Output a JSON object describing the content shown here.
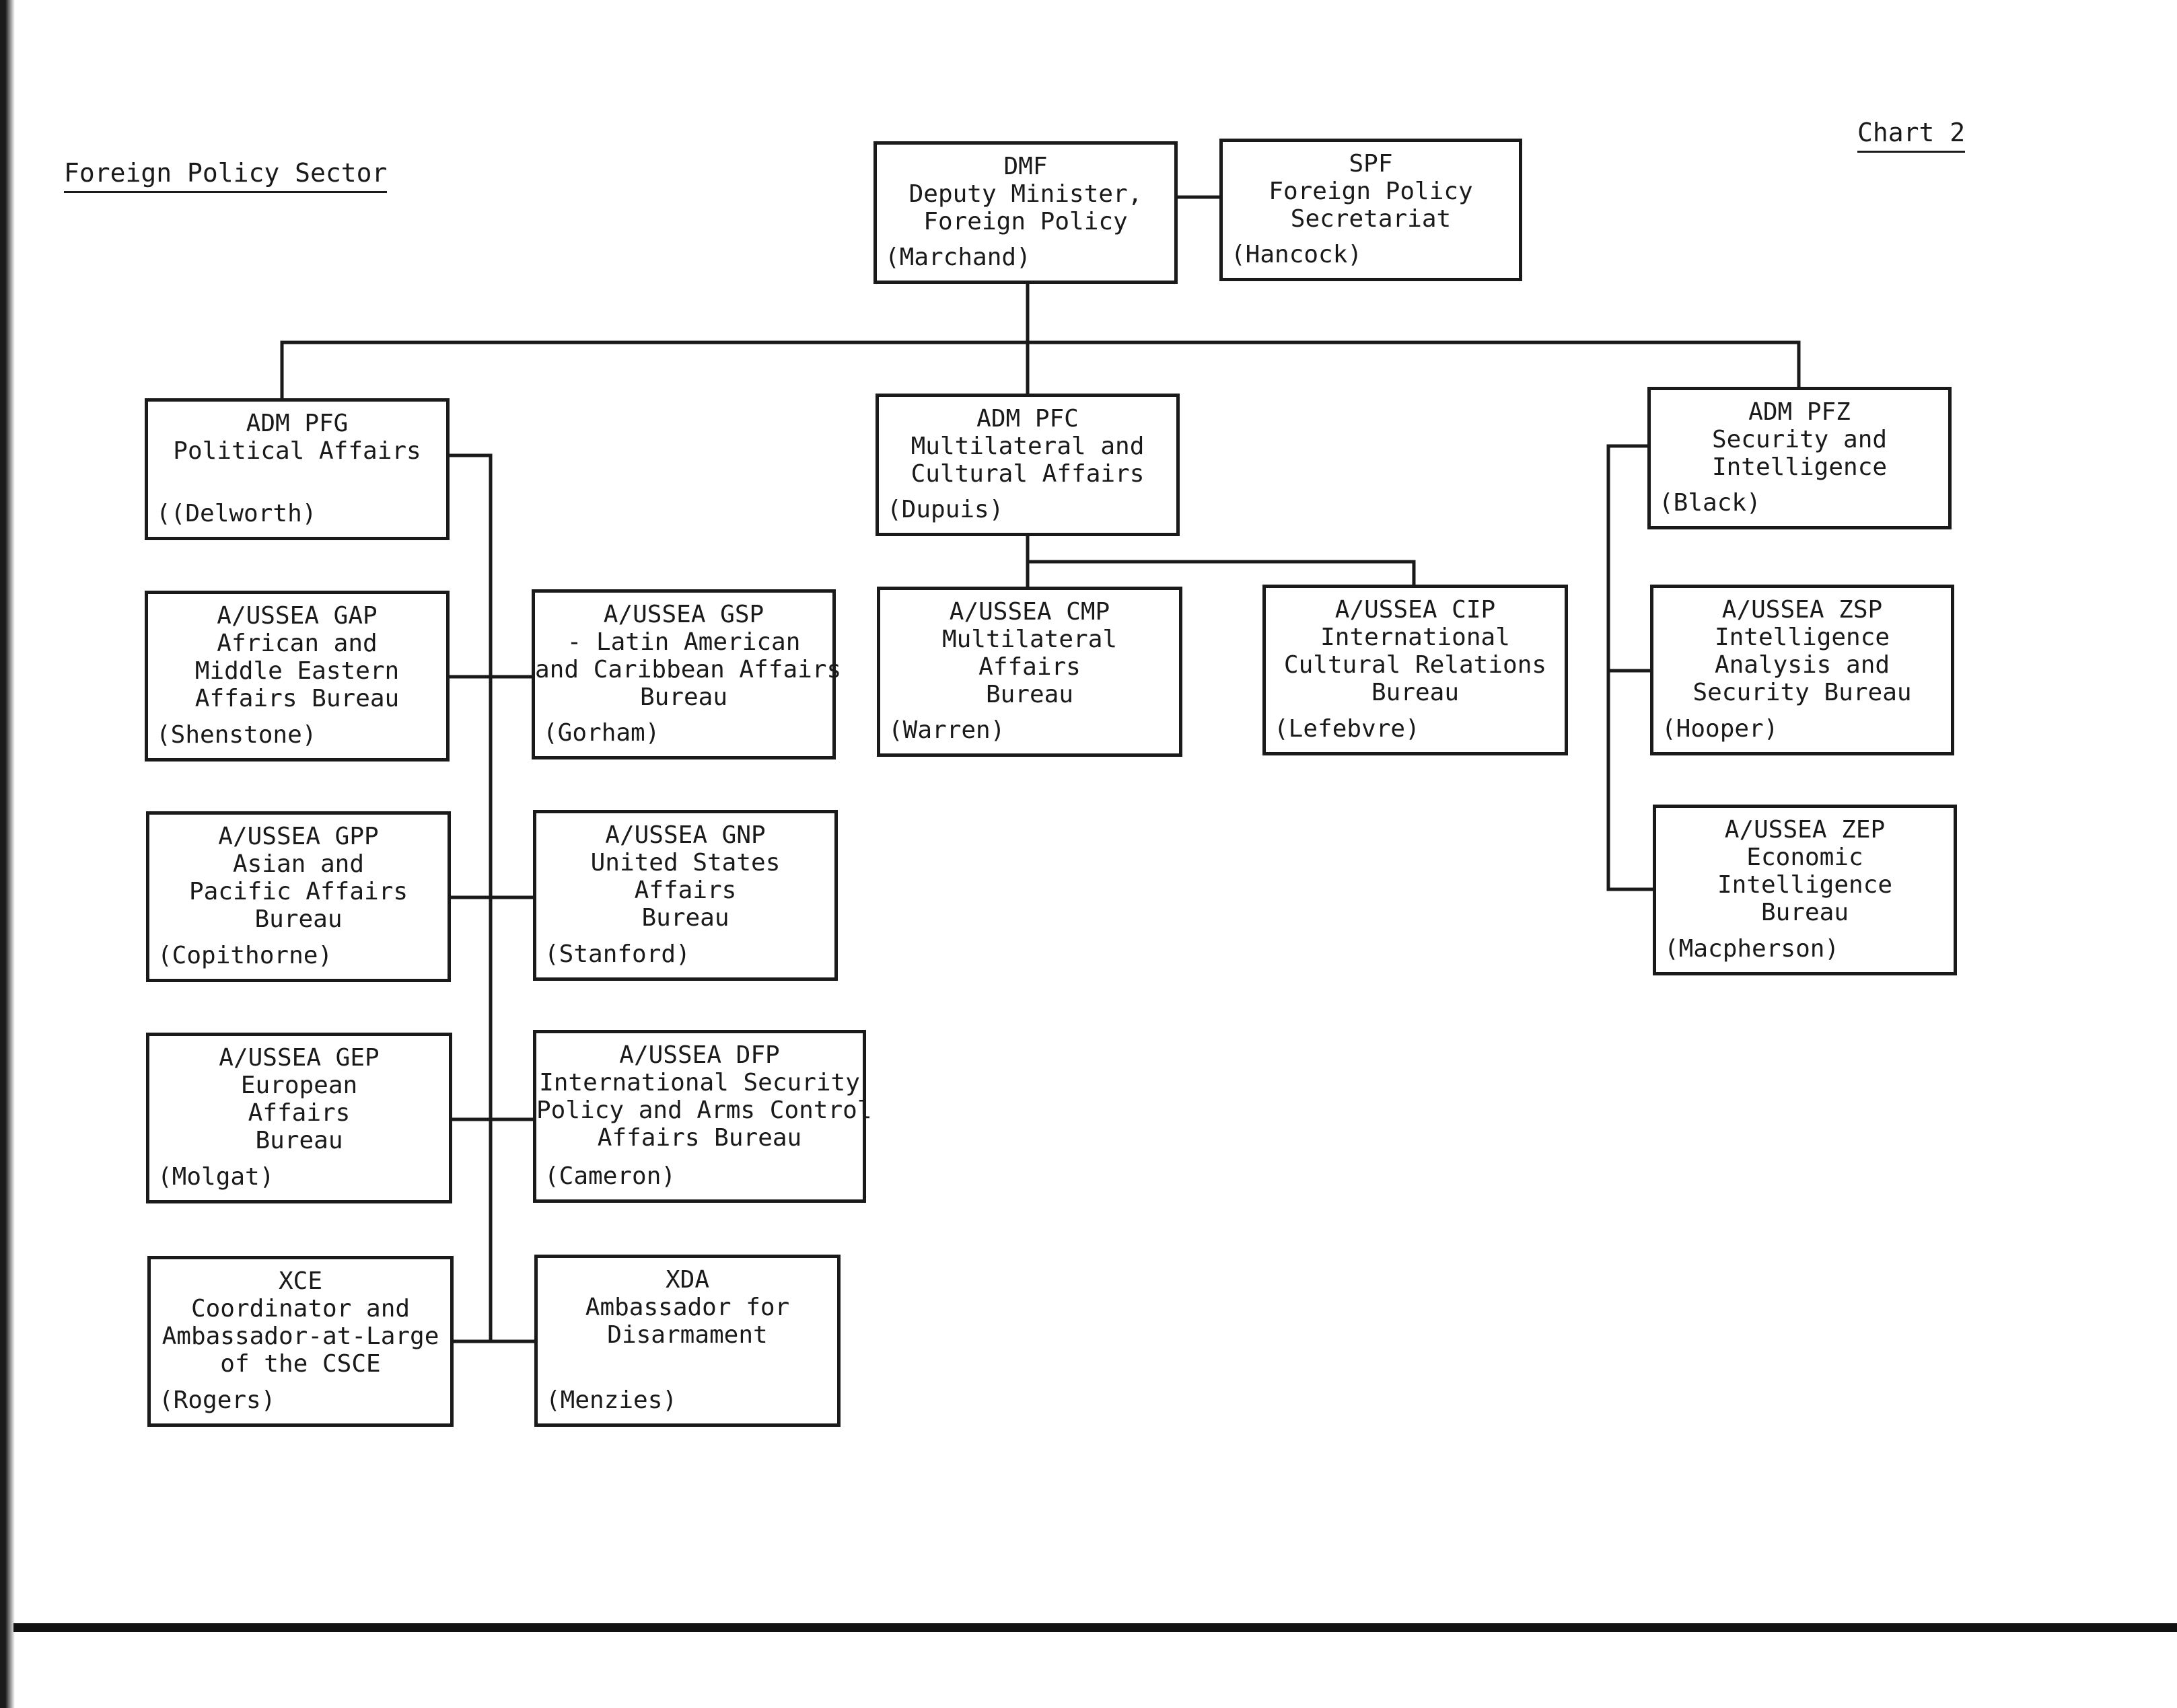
{
  "header": {
    "sector_title": "Foreign Policy Sector",
    "chart_label": "Chart 2"
  },
  "boxes": {
    "dmf": {
      "lines": [
        "DMF",
        "Deputy Minister,",
        "Foreign Policy"
      ],
      "name": "(Marchand)"
    },
    "spf": {
      "lines": [
        "SPF",
        "Foreign Policy",
        "Secretariat"
      ],
      "name": "(Hancock)"
    },
    "pfg": {
      "lines": [
        "ADM PFG",
        "Political Affairs"
      ],
      "name": "((Delworth)"
    },
    "pfc": {
      "lines": [
        "ADM PFC",
        "Multilateral and",
        "Cultural Affairs"
      ],
      "name": "(Dupuis)"
    },
    "pfz": {
      "lines": [
        "ADM PFZ",
        "Security and",
        "Intelligence"
      ],
      "name": "(Black)"
    },
    "gap": {
      "lines": [
        "A/USSEA GAP",
        "African and",
        "Middle Eastern",
        "Affairs Bureau"
      ],
      "name": "(Shenstone)"
    },
    "gsp": {
      "lines": [
        "A/USSEA GSP",
        "- Latin American",
        "and Caribbean Affairs",
        "Bureau"
      ],
      "name": "(Gorham)"
    },
    "gpp": {
      "lines": [
        "A/USSEA GPP",
        "Asian and",
        "Pacific Affairs",
        "Bureau"
      ],
      "name": "(Copithorne)"
    },
    "gnp": {
      "lines": [
        "A/USSEA GNP",
        "United States",
        "Affairs",
        "Bureau"
      ],
      "name": "(Stanford)"
    },
    "gep": {
      "lines": [
        "A/USSEA GEP",
        "European",
        "Affairs",
        "Bureau"
      ],
      "name": "(Molgat)"
    },
    "dfp": {
      "lines": [
        "A/USSEA DFP",
        "International Security",
        "Policy and Arms Control",
        "Affairs Bureau"
      ],
      "name": "(Cameron)"
    },
    "xce": {
      "lines": [
        "XCE",
        "Coordinator and",
        "Ambassador-at-Large",
        "of the CSCE"
      ],
      "name": "(Rogers)"
    },
    "xda": {
      "lines": [
        "XDA",
        "Ambassador for",
        "Disarmament"
      ],
      "name": "(Menzies)"
    },
    "cmp": {
      "lines": [
        "A/USSEA CMP",
        "Multilateral",
        "Affairs",
        "Bureau"
      ],
      "name": "(Warren)"
    },
    "cip": {
      "lines": [
        "A/USSEA CIP",
        "International",
        "Cultural Relations",
        "Bureau"
      ],
      "name": "(Lefebvre)"
    },
    "zsp": {
      "lines": [
        "A/USSEA ZSP",
        "Intelligence",
        "Analysis and",
        "Security Bureau"
      ],
      "name": "(Hooper)"
    },
    "zep": {
      "lines": [
        "A/USSEA ZEP",
        "Economic",
        "Intelligence",
        "Bureau"
      ],
      "name": "(Macpherson)"
    }
  }
}
